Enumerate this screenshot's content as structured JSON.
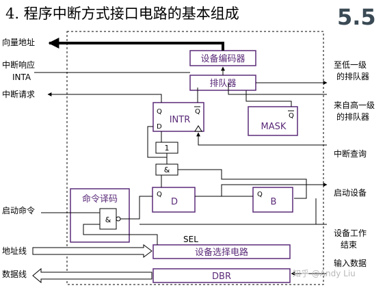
{
  "header": {
    "title": "4. 程序中断方式接口电路的基本组成",
    "section_number": "5.5"
  },
  "colors": {
    "block_border": "#5a2a78",
    "block_text": "#5a2a78",
    "line": "#000000",
    "section_number": "#3a4a55",
    "watermark": "#b8b8b8"
  },
  "blocks": {
    "device_encoder": "设备编码器",
    "queue": "排队器",
    "intr": "INTR",
    "mask": "MASK",
    "cmd_decoder": "命令译码",
    "d_flipflop": "D",
    "b_flipflop": "B",
    "device_select": "设备选择电路",
    "dbr": "DBR",
    "gate_one": "1",
    "gate_and_top": "&",
    "gate_and_left": "&"
  },
  "pins": {
    "intr_q": "Q",
    "intr_qbar": "Q",
    "intr_d": "D",
    "mask_qbar": "Q",
    "d_q": "Q",
    "b_q": "Q",
    "sel": "SEL"
  },
  "signals_left": {
    "vector_addr": "向量地址",
    "int_ack_line1": "中断响应",
    "int_ack_line2": "INTA",
    "int_request": "中断请求",
    "start_cmd": "启动命令",
    "address_bus": "地址线",
    "data_bus": "数据线"
  },
  "signals_right": {
    "to_lower_line1": "至低一级",
    "to_lower_line2": "的排队器",
    "from_higher_line1": "来自高一级",
    "from_higher_line2": "的排队器",
    "int_query": "中断查询",
    "start_device": "启动设备",
    "work_done_line1": "设备工作",
    "work_done_line2": "结束",
    "input_data": "输入数据"
  },
  "watermark": "知乎 @Andy Liu"
}
